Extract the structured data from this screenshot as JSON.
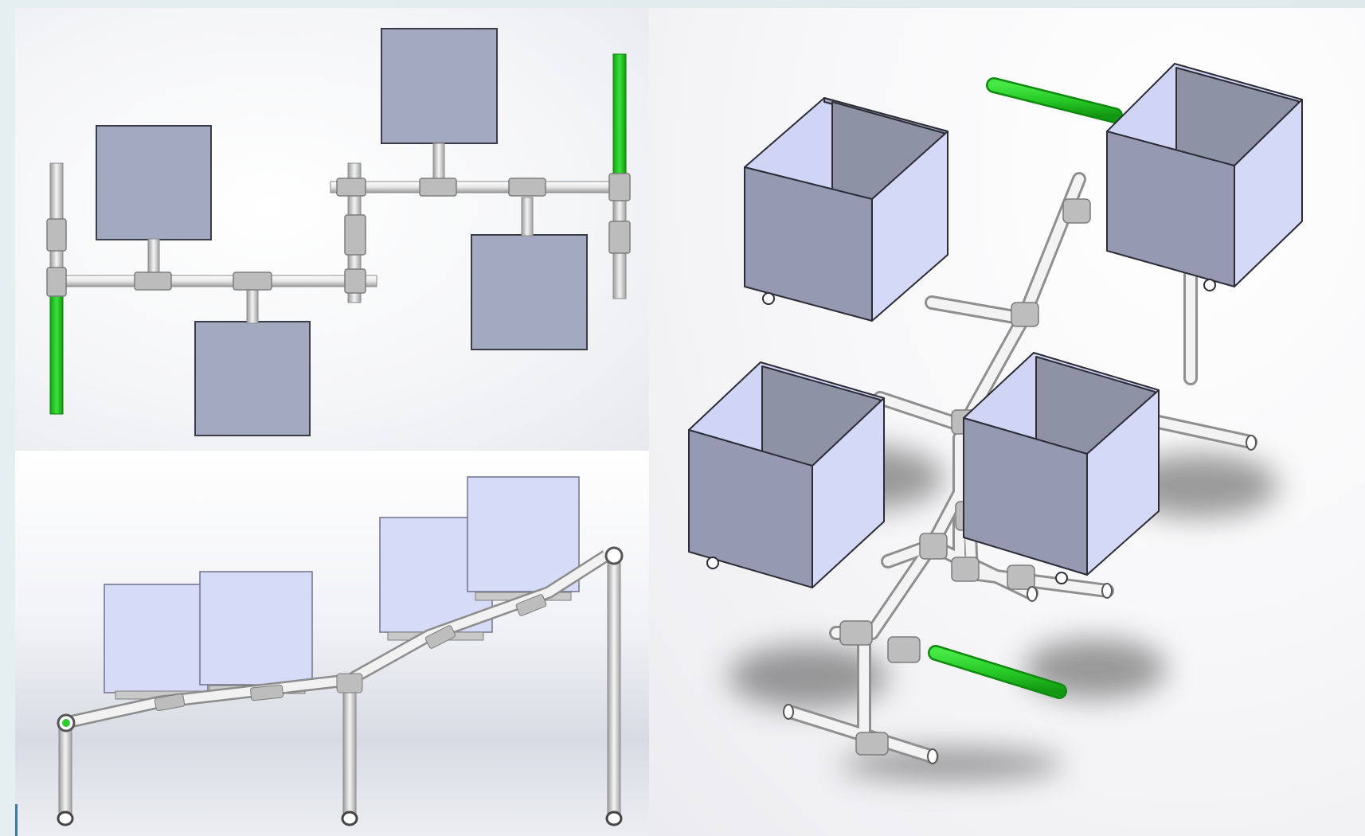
{
  "views": [
    {
      "id": "top-view",
      "kind": "plan"
    },
    {
      "id": "side-view",
      "kind": "elevation"
    },
    {
      "id": "iso-view",
      "kind": "isometric"
    }
  ],
  "colors": {
    "box_face": "#9ea5bd",
    "box_edge": "#3a3c48",
    "box_light": "#d4d9f6",
    "box_inner": "#8e93a6",
    "pipe": "#f2f2f2",
    "pipe_edge": "#8a8a8a",
    "fitting": "#b9b9b9",
    "accent_pipe": "#22cc22"
  },
  "icons": [
    "pipe-joint-icon"
  ]
}
